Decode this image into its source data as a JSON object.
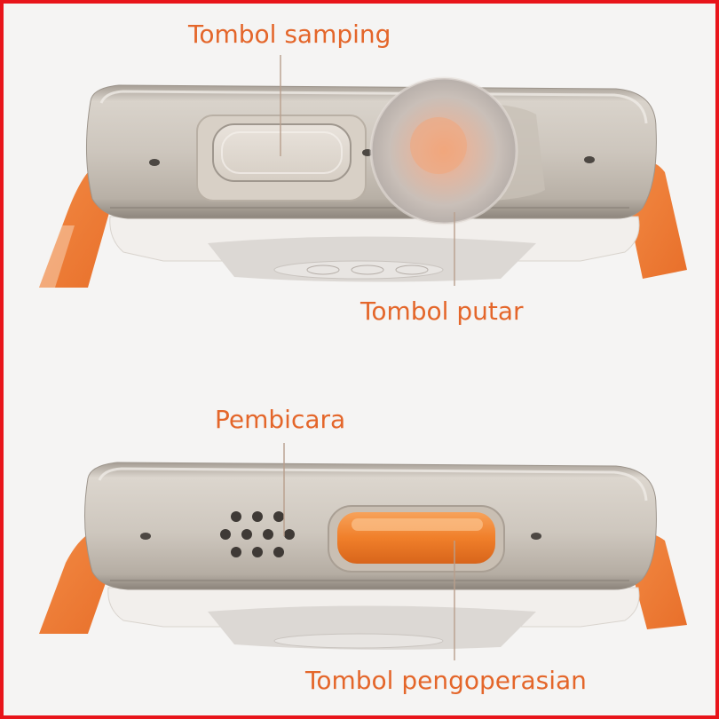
{
  "labels": {
    "side_button": "Tombol samping",
    "digital_crown": "Tombol putar",
    "speaker": "Pembicara",
    "action_button": "Tombol pengoperasian"
  },
  "colors": {
    "border": "#e8141a",
    "label": "#e4662a",
    "band": "#ee7b35",
    "action_button": "#f07f2a",
    "titanium": "#cfc8bf"
  }
}
